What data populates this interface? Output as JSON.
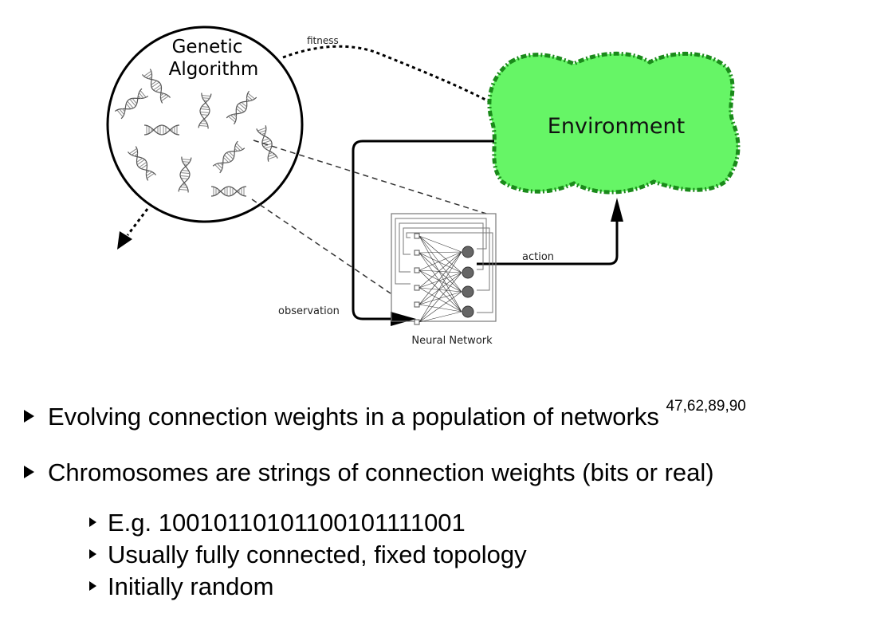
{
  "diagram": {
    "ga_title_line1": "Genetic",
    "ga_title_line2": "Algorithm",
    "environment_label": "Environment",
    "fitness_label": "fitness",
    "action_label": "action",
    "observation_label": "observation",
    "network_label": "Neural Network",
    "environment_fill": "#66f566",
    "environment_border": "#1a8a1a"
  },
  "bullets": [
    {
      "text": "Evolving connection weights in a population of networks",
      "refs": "47,62,89,90"
    },
    {
      "text": "Chromosomes are strings of connection weights (bits or real)"
    }
  ],
  "sub_bullets": [
    {
      "text": "E.g. 10010110101100101111001"
    },
    {
      "text": "Usually fully connected, fixed topology"
    },
    {
      "text": "Initially random"
    }
  ]
}
